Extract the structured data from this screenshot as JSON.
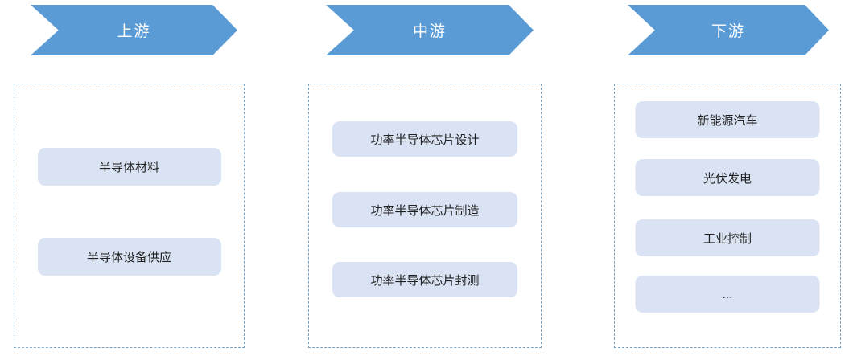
{
  "diagram": {
    "type": "industry-chain-flow",
    "colors": {
      "chevron_fill": "#5B9BD5",
      "chevron_text": "#FFFFFF",
      "panel_border": "#7CA2C2",
      "pill_fill": "#DAE3F3",
      "pill_text": "#1F1F1F",
      "background": "#FFFFFF"
    },
    "sections": [
      {
        "label": "上游",
        "items": [
          "半导体材料",
          "半导体设备供应"
        ]
      },
      {
        "label": "中游",
        "items": [
          "功率半导体芯片设计",
          "功率半导体芯片制造",
          "功率半导体芯片封测"
        ]
      },
      {
        "label": "下游",
        "items": [
          "新能源汽车",
          "光伏发电",
          "工业控制",
          "..."
        ]
      }
    ]
  }
}
